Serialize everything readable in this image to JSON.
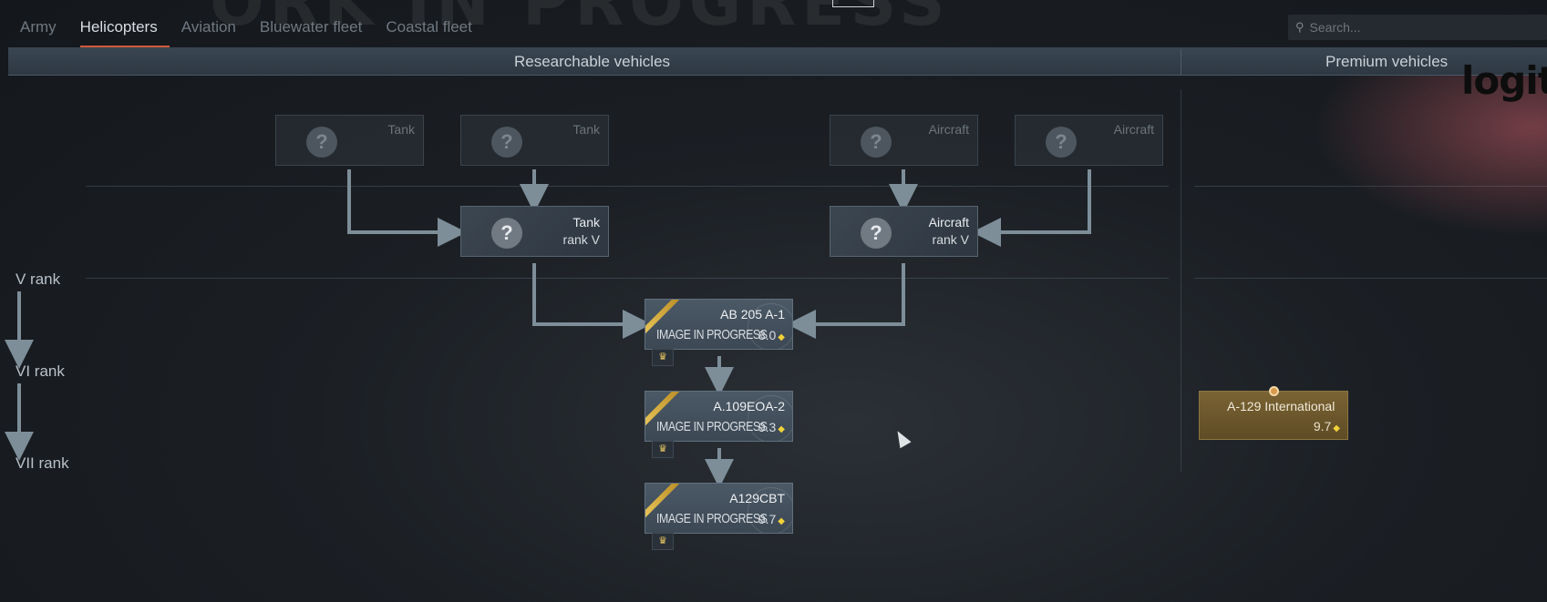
{
  "watermark": "ORK IN PROGRESS",
  "tabs": [
    {
      "label": "Army"
    },
    {
      "label": "Helicopters",
      "active": true
    },
    {
      "label": "Aviation"
    },
    {
      "label": "Bluewater fleet"
    },
    {
      "label": "Coastal fleet"
    }
  ],
  "search": {
    "placeholder": "Search..."
  },
  "sections": {
    "researchable": "Researchable vehicles",
    "premium": "Premium vehicles"
  },
  "logo": "logite",
  "ranks": [
    "V rank",
    "VI rank",
    "VII rank"
  ],
  "prerequisites": {
    "top": [
      "Tank",
      "Tank",
      "Aircraft",
      "Aircraft"
    ],
    "mid": [
      {
        "type": "Tank",
        "rank": "rank V"
      },
      {
        "type": "Aircraft",
        "rank": "rank V"
      }
    ],
    "qmark": "?"
  },
  "vehicles": [
    {
      "name": "AB 205 A-1",
      "image_label": "IMAGE IN PROGRESS",
      "br": "8.0"
    },
    {
      "name": "A.109EOA-2",
      "image_label": "IMAGE IN PROGRESS",
      "br": "9.3"
    },
    {
      "name": "A129CBT",
      "image_label": "IMAGE IN PROGRESS",
      "br": "9.7"
    }
  ],
  "premium_vehicles": [
    {
      "name": "A-129 International",
      "br": "9.7"
    }
  ],
  "colors": {
    "active_tab_underline": "#d15a3a",
    "premium_card": "#6e5830",
    "br_diamond": "#f1d23a",
    "link_line": "#7d8e99"
  },
  "icons": {
    "search": "search-icon",
    "reward": "reward-icon",
    "diamond": "diamond-icon"
  }
}
